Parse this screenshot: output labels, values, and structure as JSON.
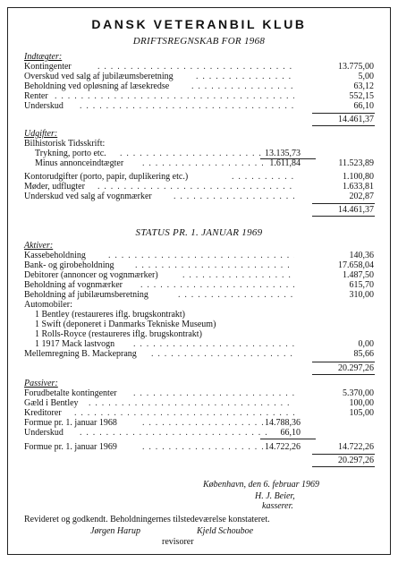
{
  "club_title": "DANSK VETERANBIL KLUB",
  "regnskab_heading": "DRIFTSREGNSKAB FOR 1968",
  "indtaegter": {
    "label": "Indtægter:",
    "rows": [
      {
        "label": "Kontingenter",
        "amount": "13.775,00"
      },
      {
        "label": "Overskud ved salg af jubilæumsberetning",
        "amount": "5,00"
      },
      {
        "label": "Beholdning ved opløsning af læsekredse",
        "amount": "63,12"
      },
      {
        "label": "Renter",
        "amount": "552,15"
      },
      {
        "label": "Underskud",
        "amount": "66,10"
      }
    ],
    "total": "14.461,37"
  },
  "udgifter": {
    "label": "Udgifter:",
    "tidsskrift_label": "Bilhistorisk Tidsskrift:",
    "trykning_label": "Trykning, porto etc.",
    "trykning_amount": "13.135,73",
    "minus_label": "Minus annonceindtægter",
    "minus_amount": "1.611,84",
    "tidsskrift_net": "11.523,89",
    "rows": [
      {
        "label": "Kontorudgifter (porto, papir, duplikering etc.)",
        "amount": "1.100,80"
      },
      {
        "label": "Møder, udflugter",
        "amount": "1.633,81"
      },
      {
        "label": "Underskud ved salg af vognmærker",
        "amount": "202,87"
      }
    ],
    "total": "14.461,37"
  },
  "status_heading": "STATUS PR. 1. JANUAR 1969",
  "aktiver": {
    "label": "Aktiver:",
    "rows": [
      {
        "label": "Kassebeholdning",
        "amount": "140,36"
      },
      {
        "label": "Bank- og girobeholdning",
        "amount": "17.658,04"
      },
      {
        "label": "Debitorer (annoncer og vognmærker)",
        "amount": "1.487,50"
      },
      {
        "label": "Beholdning af vognmærker",
        "amount": "615,70"
      },
      {
        "label": "Beholdning af jubilæumsberetning",
        "amount": "310,00"
      }
    ],
    "automobiler_label": "Automobiler:",
    "cars": [
      "1 Bentley (restaureres iflg. brugskontrakt)",
      "1 Swift (deponeret i Danmarks Tekniske Museum)",
      "1 Rolls-Royce (restaureres iflg. brugskontrakt)"
    ],
    "mack_label": "1 1917 Mack lastvogn",
    "mack_amount": "0,00",
    "mellemregning_label": "Mellemregning B. Mackeprang",
    "mellemregning_amount": "85,66",
    "total": "20.297,26"
  },
  "passiver": {
    "label": "Passiver:",
    "rows": [
      {
        "label": "Forudbetalte kontingenter",
        "amount": "5.370,00"
      },
      {
        "label": "Gæld i Bentley",
        "amount": "100,00"
      },
      {
        "label": "Kreditorer",
        "amount": "105,00"
      }
    ],
    "formue_1968_label": "Formue pr. 1. januar 1968",
    "formue_1968_amount": "14.788,36",
    "underskud_label": "Underskud",
    "underskud_amount": "66,10",
    "formue_1969_label": "Formue pr. 1. januar 1969",
    "formue_1969_amount": "14.722,26",
    "formue_1969_total": "14.722,26",
    "total": "20.297,26"
  },
  "signoff": {
    "place_date": "København, den 6. februar 1969",
    "signer": "H. J. Beier,",
    "role": "kasserer.",
    "approval": "Revideret og godkendt. Beholdningernes tilstedeværelse konstateret.",
    "auditor1": "Jørgen Harup",
    "auditor2": "Kjeld Schouboe",
    "auditors_role": "revisorer"
  }
}
